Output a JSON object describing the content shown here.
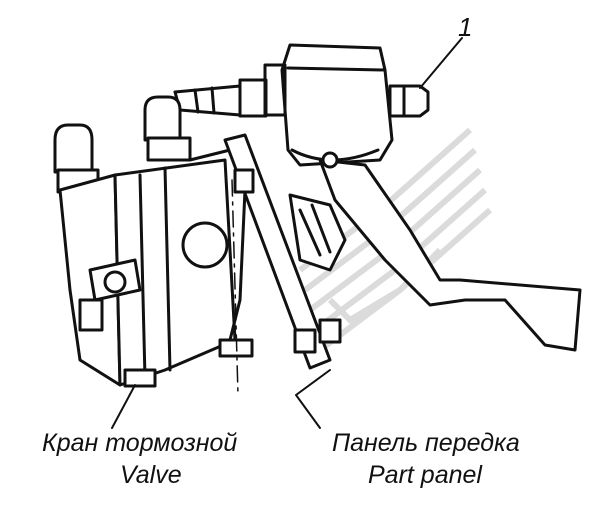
{
  "callout_number": "1",
  "labels": {
    "valve_ru": "Кран тормозной",
    "valve_en": "Valve",
    "panel_ru": "Панель передка",
    "panel_en": "Part panel"
  },
  "colors": {
    "ink": "#111111",
    "paper": "#ffffff",
    "watermark": "#d8d8d8"
  },
  "watermark_icon": "chevron-stripes-watermark"
}
